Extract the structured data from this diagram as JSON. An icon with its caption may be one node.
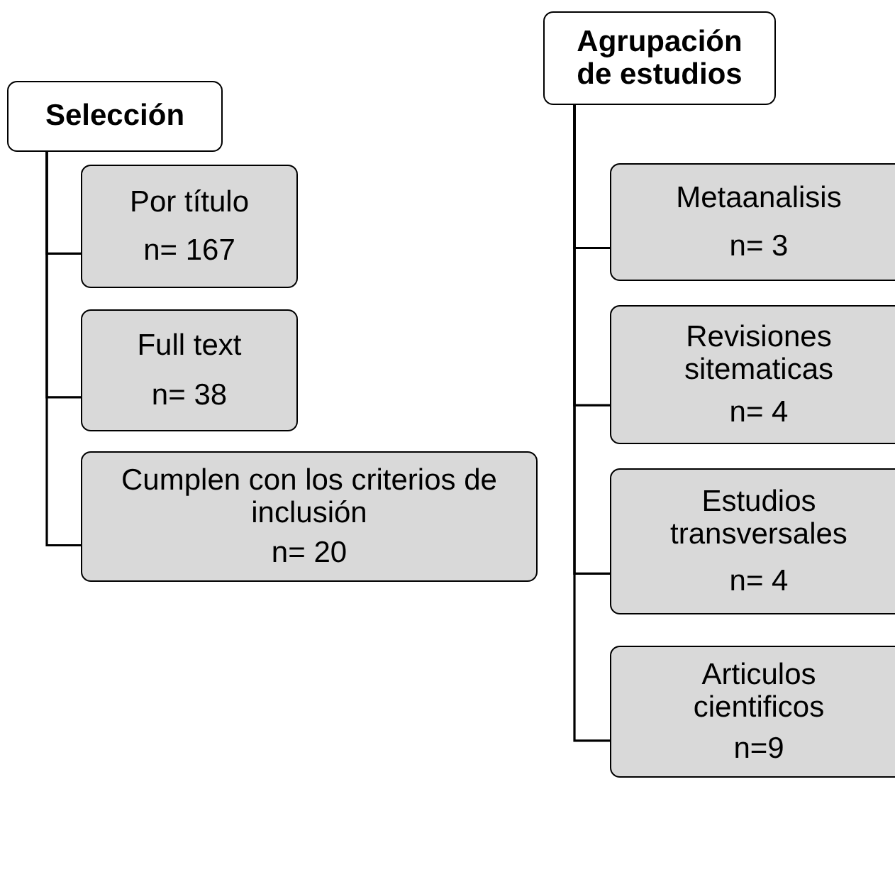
{
  "diagram": {
    "nodes": [
      {
        "text": [
          "Selección"
        ]
      },
      {
        "text": [
          "Por título",
          "n= 167"
        ]
      },
      {
        "text": [
          "Full text",
          "n= 38"
        ]
      },
      {
        "text": [
          "Cumplen con los criterios de inclusión",
          "n= 20"
        ]
      },
      {
        "text": [
          "Agrupación de estudios"
        ]
      },
      {
        "text": [
          "Metaanalisis",
          "n= 3"
        ]
      },
      {
        "text": [
          "Revisiones sitematicas",
          "n= 4"
        ]
      },
      {
        "text": [
          "Estudios transversales",
          "n= 4"
        ]
      },
      {
        "text": [
          "Articulos cientificos",
          "n=9"
        ]
      }
    ],
    "edges": [
      {
        "from": 0,
        "to": 1,
        "arrow": "none"
      },
      {
        "from": 0,
        "to": 2,
        "arrow": "none"
      },
      {
        "from": 0,
        "to": 3,
        "arrow": "none"
      },
      {
        "from": 4,
        "to": 5,
        "arrow": "none"
      },
      {
        "from": 4,
        "to": 6,
        "arrow": "none"
      },
      {
        "from": 4,
        "to": 7,
        "arrow": "none"
      },
      {
        "from": 4,
        "to": 8,
        "arrow": "none"
      }
    ]
  }
}
